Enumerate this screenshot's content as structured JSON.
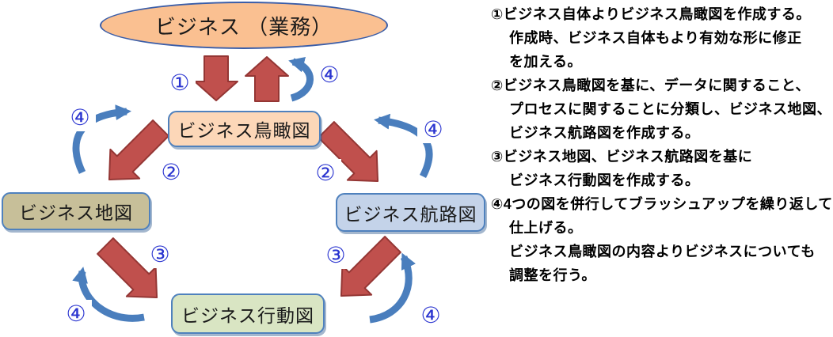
{
  "diagram": {
    "nodes": [
      {
        "id": "business",
        "label": "ビジネス （業務）"
      },
      {
        "id": "overview",
        "label": "ビジネス鳥瞰図"
      },
      {
        "id": "map",
        "label": "ビジネス地図"
      },
      {
        "id": "route",
        "label": "ビジネス航路図"
      },
      {
        "id": "action",
        "label": "ビジネス行動図"
      }
    ],
    "steps": {
      "s1": "①",
      "s2": "②",
      "s3": "③",
      "s4": "④"
    },
    "colors": {
      "ellipse_fill": "#fac091",
      "overview_fill": "#fcd7b8",
      "map_fill": "#c7bf99",
      "route_fill": "#c4d3e9",
      "action_fill": "#d9e5c3",
      "box_border": "#4f81bd",
      "red_arrow": "#c0504d",
      "red_arrow_border": "#943634",
      "blue_arrow": "#4a7ebd",
      "step_number": "#2b35d0"
    }
  },
  "notes": {
    "lines": [
      {
        "text": "①ビジネス自体よりビジネス鳥瞰図を作成する。",
        "indent": false
      },
      {
        "text": "作成時、ビジネス自体もより有効な形に修正",
        "indent": true
      },
      {
        "text": "を加える。",
        "indent": true
      },
      {
        "text": "②ビジネス鳥瞰図を基に、データに関すること、",
        "indent": false
      },
      {
        "text": "プロセスに関することに分類し、ビジネス地図、",
        "indent": true
      },
      {
        "text": "ビジネス航路図を作成する。",
        "indent": true
      },
      {
        "text": "③ビジネス地図、ビジネス航路図を基に",
        "indent": false
      },
      {
        "text": "ビジネス行動図を作成する。",
        "indent": true
      },
      {
        "text": "④4つの図を併行してブラッシュアップを繰り返して",
        "indent": false
      },
      {
        "text": "仕上げる。",
        "indent": true
      },
      {
        "text": "ビジネス鳥瞰図の内容よりビジネスについても",
        "indent": true
      },
      {
        "text": "調整を行う。",
        "indent": true
      }
    ]
  }
}
